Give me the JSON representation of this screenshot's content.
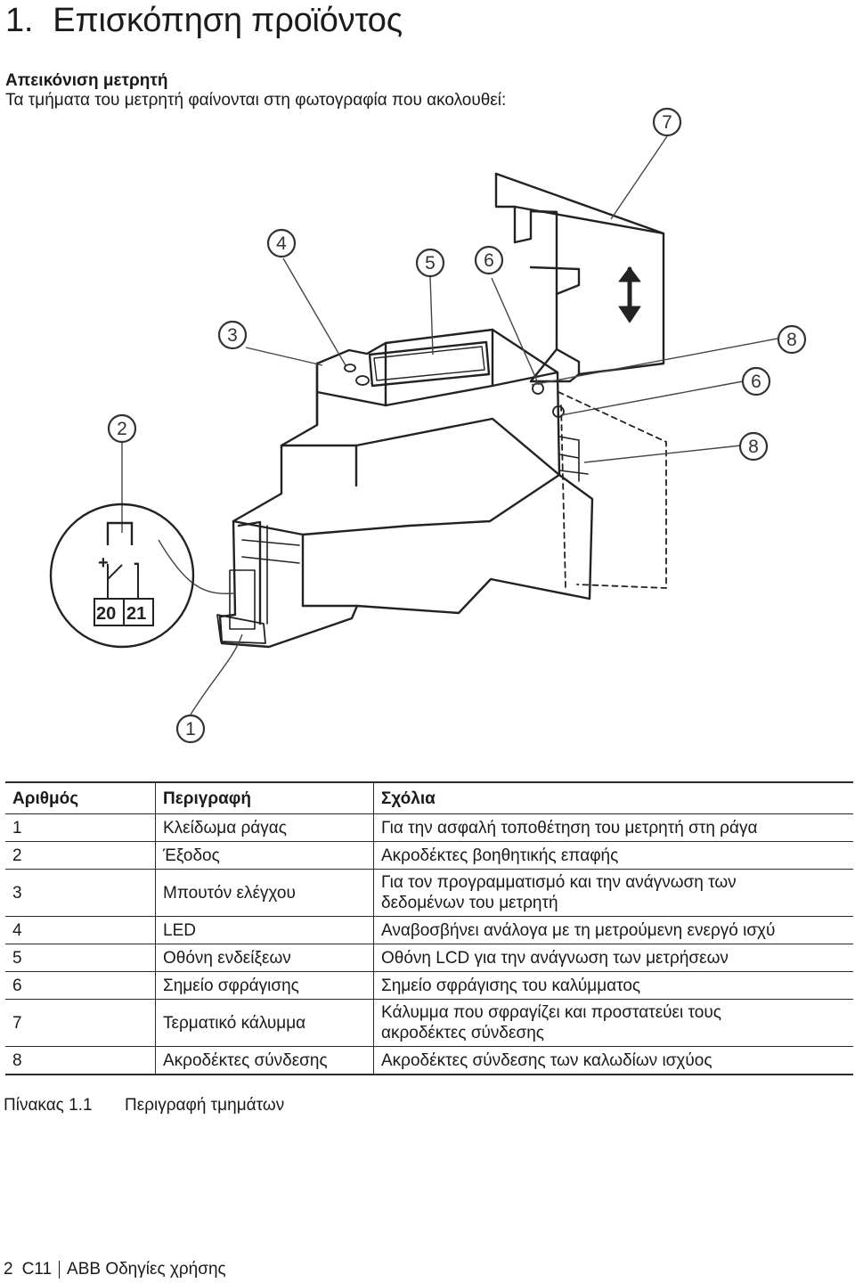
{
  "heading": {
    "number": "1.",
    "text": "Επισκόπηση προϊόντος"
  },
  "section": {
    "title": "Απεικόνιση μετρητή",
    "intro": "Τα τμήματα του μετρητή φαίνονται στη φωτογραφία που ακολουθεί:"
  },
  "figure": {
    "callouts": [
      "1",
      "2",
      "3",
      "4",
      "5",
      "6",
      "6",
      "7",
      "8",
      "8"
    ],
    "terminal_labels": [
      "20",
      "21"
    ],
    "contact_signs": [
      "+",
      "-"
    ]
  },
  "table": {
    "headers": [
      "Αριθμός",
      "Περιγραφή",
      "Σχόλια"
    ],
    "rows": [
      {
        "num": "1",
        "desc": "Κλείδωμα ράγας",
        "comment": "Για την ασφαλή τοποθέτηση του μετρητή στη ράγα"
      },
      {
        "num": "2",
        "desc": "Έξοδος",
        "comment": "Ακροδέκτες βοηθητικής επαφής"
      },
      {
        "num": "3",
        "desc": "Μπουτόν ελέγχου",
        "comment": "Για τον προγραμματισμό και την ανάγνωση των δεδομένων του μετρητή"
      },
      {
        "num": "4",
        "desc": "LED",
        "comment": "Αναβοσβήνει ανάλογα με τη μετρούμενη ενεργό ισχύ"
      },
      {
        "num": "5",
        "desc": "Οθόνη ενδείξεων",
        "comment": "Οθόνη LCD για την ανάγνωση των μετρήσεων"
      },
      {
        "num": "6",
        "desc": "Σημείο σφράγισης",
        "comment": "Σημείο σφράγισης του καλύμματος"
      },
      {
        "num": "7",
        "desc": "Τερματικό κάλυμμα",
        "comment": "Κάλυμμα που σφραγίζει και προστατεύει τους ακροδέκτες σύνδεσης"
      },
      {
        "num": "8",
        "desc": "Ακροδέκτες σύνδεσης",
        "comment": "Ακροδέκτες σύνδεσης των καλωδίων ισχύος"
      }
    ]
  },
  "caption": {
    "label": "Πίνακας 1.1",
    "text": "Περιγραφή τμημάτων"
  },
  "footer": {
    "page": "2",
    "model": "C11",
    "doc": "ABB Οδηγίες χρήσης"
  }
}
